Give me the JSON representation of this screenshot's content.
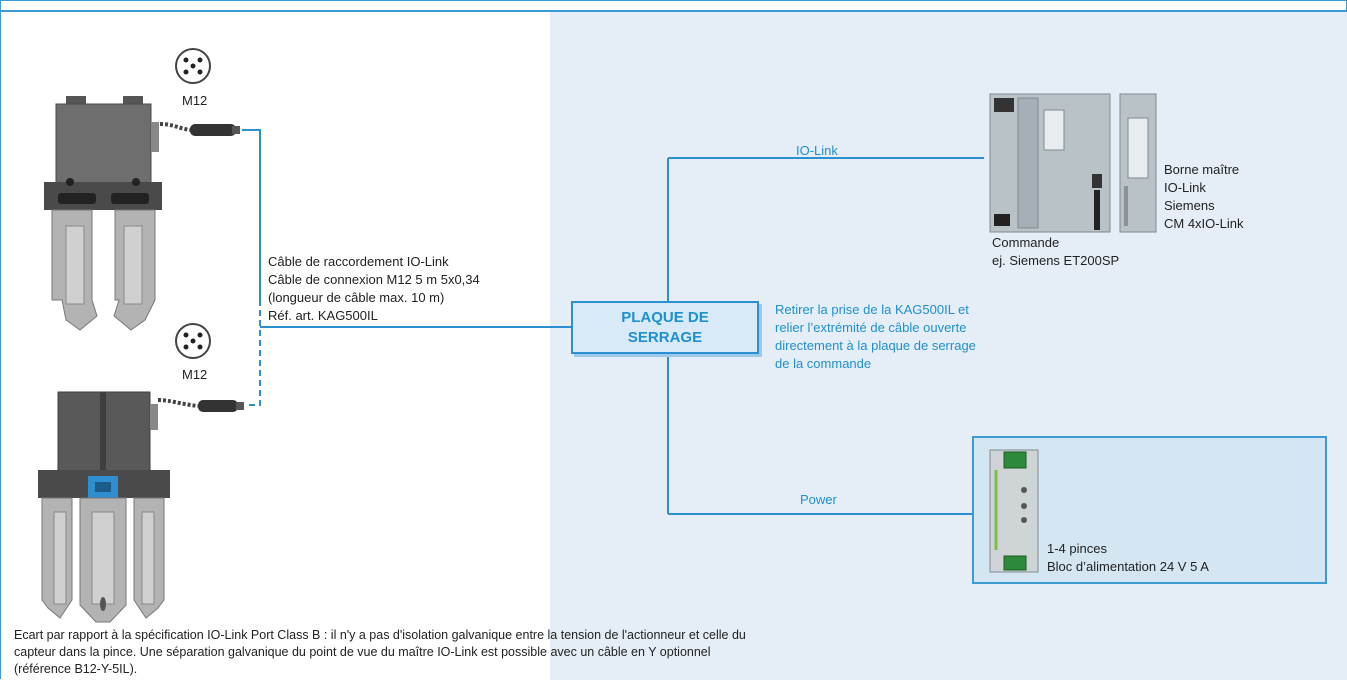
{
  "connectors": {
    "top_label": "M12",
    "bottom_label": "M12"
  },
  "cable": {
    "lines": [
      "Câble de raccordement IO-Link",
      "Câble de connexion M12 5 m 5x0,34",
      "(longueur de câble max. 10 m)",
      "Réf. art. KAG500IL"
    ]
  },
  "plaque": {
    "label": "PLAQUE DE\nSERRAGE"
  },
  "instruction": {
    "lines": [
      "Retirer la prise de la KAG500IL et",
      "relier l’extrémité de câble ouverte",
      "directement à la plaque de serrage",
      "de la commande"
    ]
  },
  "links": {
    "iolink": "IO-Link",
    "power": "Power"
  },
  "controller": {
    "lines": [
      "Commande",
      "ej. Siemens ET200SP"
    ]
  },
  "master": {
    "lines": [
      "Borne maître",
      "IO-Link",
      "Siemens",
      "CM 4xIO-Link"
    ]
  },
  "psu": {
    "lines": [
      "1-4 pinces",
      "Bloc d’alimentation 24 V 5 A"
    ]
  },
  "footnote": {
    "text": "Ecart par rapport à la spécification IO-Link Port Class B : il n'y a pas d'isolation galvanique entre la tension de l'actionneur et celle du capteur dans la pince. Une séparation galvanique du point de vue du maître IO-Link est possible avec un câble en Y optionnel (référence B12-Y-5IL)."
  },
  "colors": {
    "accent": "#1e8fcf",
    "panel": "#e5eef6",
    "frame": "#3a9bd5"
  }
}
